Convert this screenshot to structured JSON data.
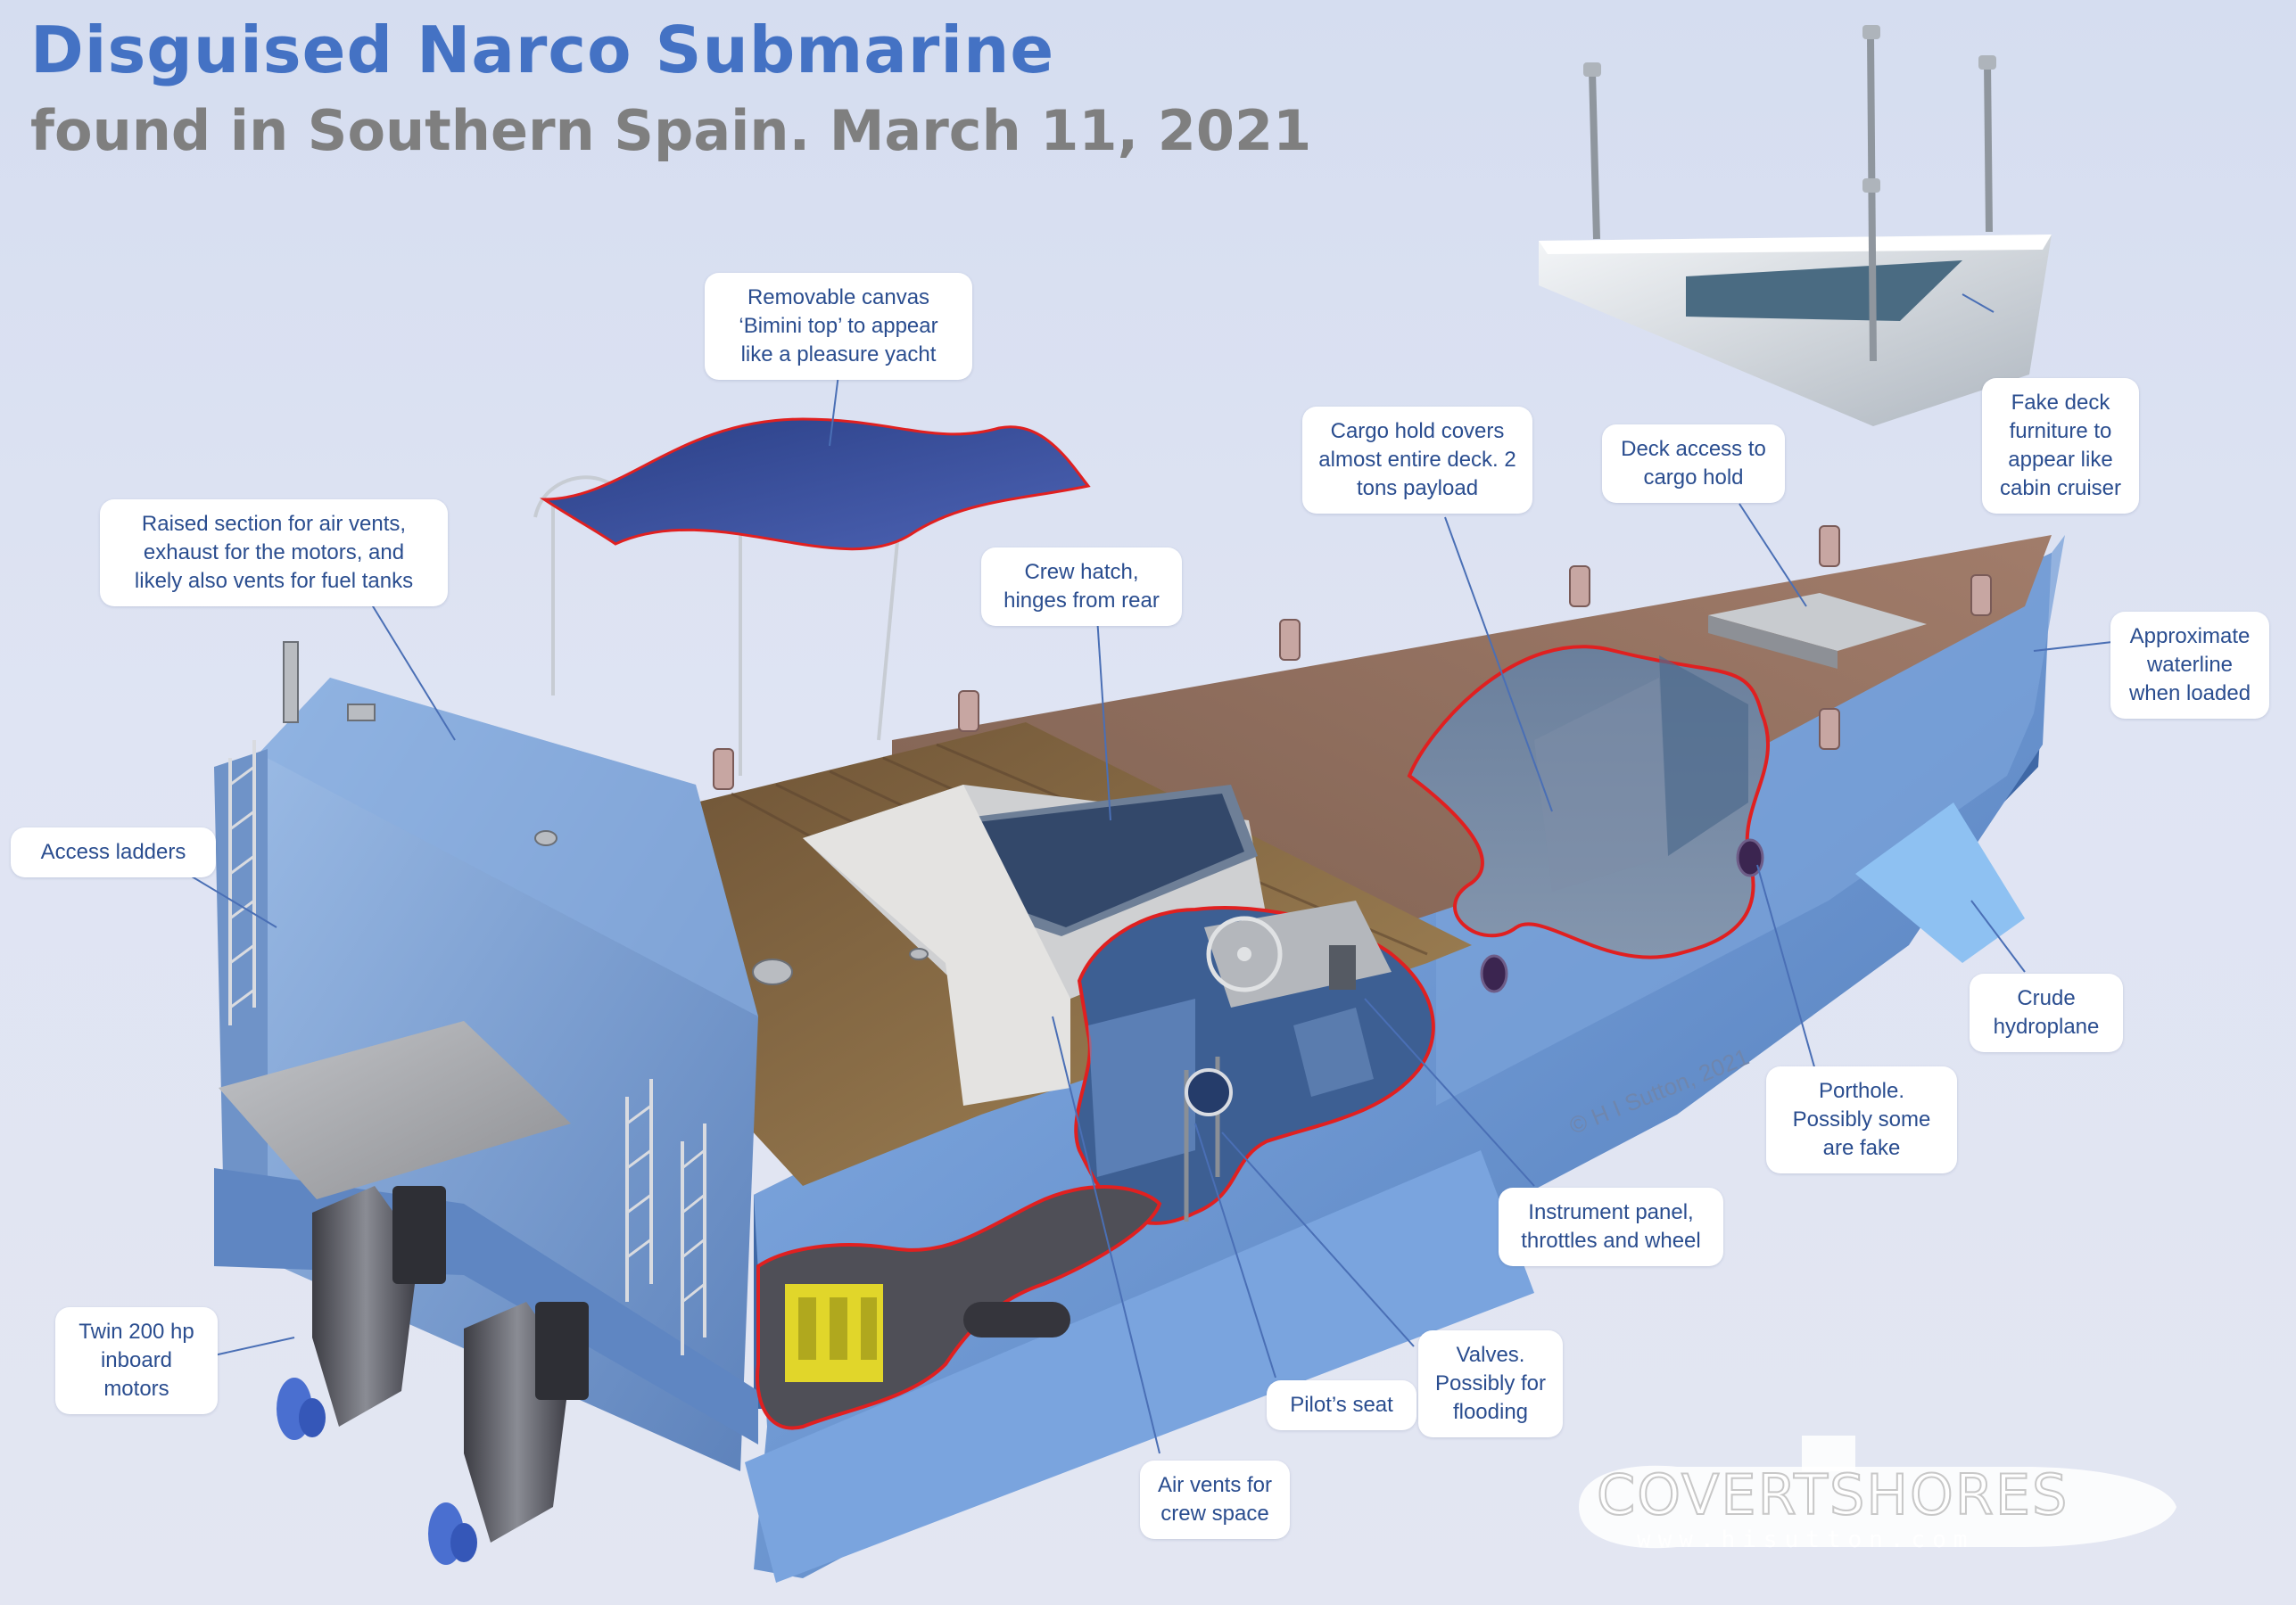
{
  "title": "Disguised Narco Submarine",
  "subtitle": "found in Southern Spain. March 11, 2021",
  "callouts": {
    "bimini": "Removable canvas\n‘Bimini top’ to appear\nlike a pleasure yacht",
    "raised_section": "Raised section for air vents,\nexhaust for the motors, and\nlikely also vents for fuel tanks",
    "access_ladders": "Access ladders",
    "crew_hatch": "Crew hatch,\nhinges from rear",
    "cargo_hold": "Cargo hold covers\nalmost entire deck. 2\ntons payload",
    "deck_access": "Deck access to\ncargo hold",
    "fake_deck": "Fake deck\nfurniture to\nappear like\ncabin cruiser",
    "waterline": "Approximate\nwaterline\nwhen loaded",
    "hydroplane": "Crude\nhydroplane",
    "porthole": "Porthole.\nPossibly some\nare fake",
    "instrument_panel": "Instrument panel,\nthrottles and wheel",
    "valves": "Valves.\nPossibly for\nflooding",
    "pilot_seat": "Pilot’s seat",
    "air_vents": "Air vents for\ncrew space",
    "motors": "Twin 200 hp\ninboard\nmotors"
  },
  "copyright": "© H I Sutton, 2021",
  "logo": {
    "name": "COVERTSHORES",
    "url": "www.hisutton.com"
  },
  "colors": {
    "title": "#4472c4",
    "subtitle": "#7f7f7f",
    "hull": "#7fa8de",
    "deck": "#8a6b5c",
    "cutaway_outline": "#e02020",
    "callout_text": "#2a4d8f"
  }
}
